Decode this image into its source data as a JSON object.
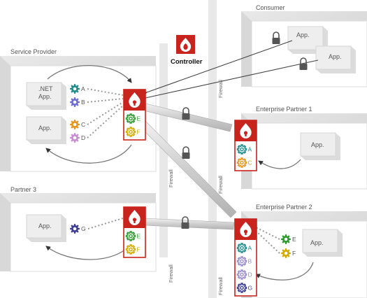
{
  "colors": {
    "red": "#c8231c",
    "gear_teal": "#1e8c8c",
    "gear_blue": "#6e6ed2",
    "gear_orange": "#e6961e",
    "gear_pink": "#c88cd2",
    "gear_green": "#2d9a2d",
    "gear_yellow": "#d2aa00",
    "gear_navy": "#3c3c96",
    "gear_lavender": "#9a8cd2"
  },
  "controller": {
    "label": "Controller",
    "icon": "firewall-flame-icon"
  },
  "firewall_label": "Firewall",
  "service_provider": {
    "title": "Service Provider",
    "apps": [
      ".NET\nApp.",
      "App."
    ],
    "services": [
      {
        "letter": "A",
        "color": "gear_teal"
      },
      {
        "letter": "B",
        "color": "gear_blue"
      },
      {
        "letter": "C",
        "color": "gear_orange"
      },
      {
        "letter": "D",
        "color": "gear_pink"
      }
    ],
    "gateway_services": [
      {
        "letter": "E",
        "color": "gear_green"
      },
      {
        "letter": "F",
        "color": "gear_yellow"
      }
    ]
  },
  "partner3": {
    "title": "Partner 3",
    "app": "App.",
    "services": [
      {
        "letter": "G",
        "color": "gear_navy"
      }
    ],
    "gateway_services": [
      {
        "letter": "E",
        "color": "gear_green"
      },
      {
        "letter": "F",
        "color": "gear_yellow"
      }
    ]
  },
  "consumer": {
    "title": "Consumer",
    "apps": [
      "App.",
      "App."
    ]
  },
  "enterprise_partner_1": {
    "title": "Enterprise Partner 1",
    "app": "App.",
    "gateway_services": [
      {
        "letter": "A",
        "color": "gear_teal"
      },
      {
        "letter": "C",
        "color": "gear_orange"
      }
    ]
  },
  "enterprise_partner_2": {
    "title": "Enterprise Partner 2",
    "app": "App.",
    "services": [
      {
        "letter": "E",
        "color": "gear_green"
      },
      {
        "letter": "F",
        "color": "gear_yellow"
      }
    ],
    "gateway_services": [
      {
        "letter": "A",
        "color": "gear_teal"
      },
      {
        "letter": "B",
        "color": "gear_lavender"
      },
      {
        "letter": "D",
        "color": "gear_lavender"
      },
      {
        "letter": "G",
        "color": "gear_navy"
      }
    ]
  }
}
